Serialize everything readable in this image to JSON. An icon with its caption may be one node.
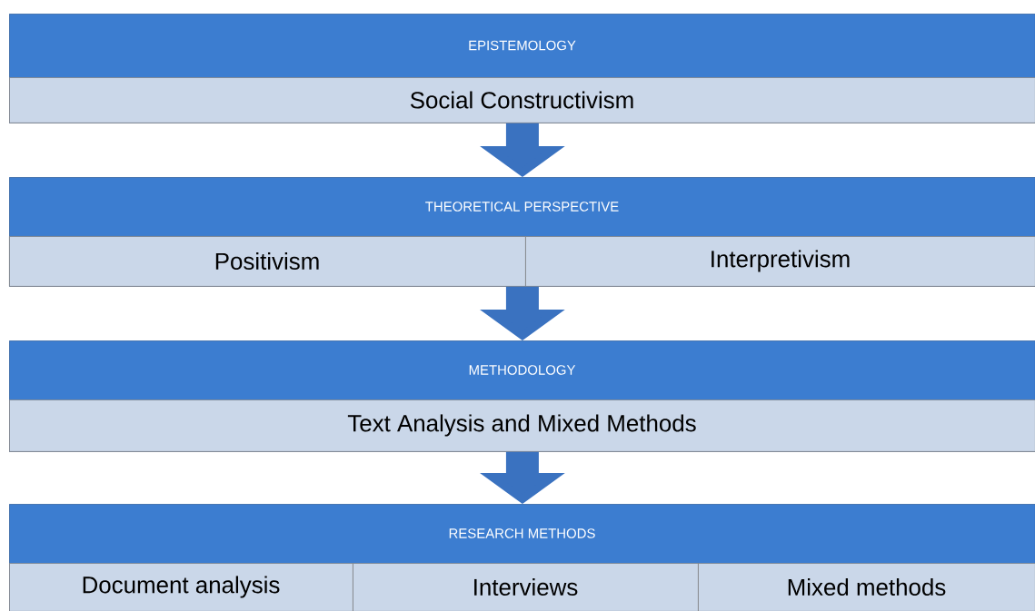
{
  "diagram": {
    "nodes": [
      {
        "text": [
          "EPISTEMOLOGY"
        ]
      },
      {
        "text": [
          "Social Constructivism"
        ],
        "in": 0
      },
      {
        "text": [
          "THEORETICAL PERSPECTIVE"
        ]
      },
      {
        "text": [
          "Positivism"
        ],
        "in": 2
      },
      {
        "text": [
          "Interpretivism"
        ],
        "in": 2
      },
      {
        "text": [
          "METHODOLOGY"
        ]
      },
      {
        "text": [
          "Text Analysis and Mixed Methods"
        ],
        "in": 5
      },
      {
        "text": [
          "RESEARCH METHODS"
        ]
      },
      {
        "text": [
          "Document analysis"
        ],
        "in": 7
      },
      {
        "text": [
          "Interviews"
        ],
        "in": 7
      },
      {
        "text": [
          "Mixed methods"
        ],
        "in": 7
      }
    ],
    "edges": [
      {
        "from": 0,
        "to": 2,
        "arrow": "to"
      },
      {
        "from": 2,
        "to": 5,
        "arrow": "to"
      },
      {
        "from": 5,
        "to": 7,
        "arrow": "to"
      }
    ]
  }
}
